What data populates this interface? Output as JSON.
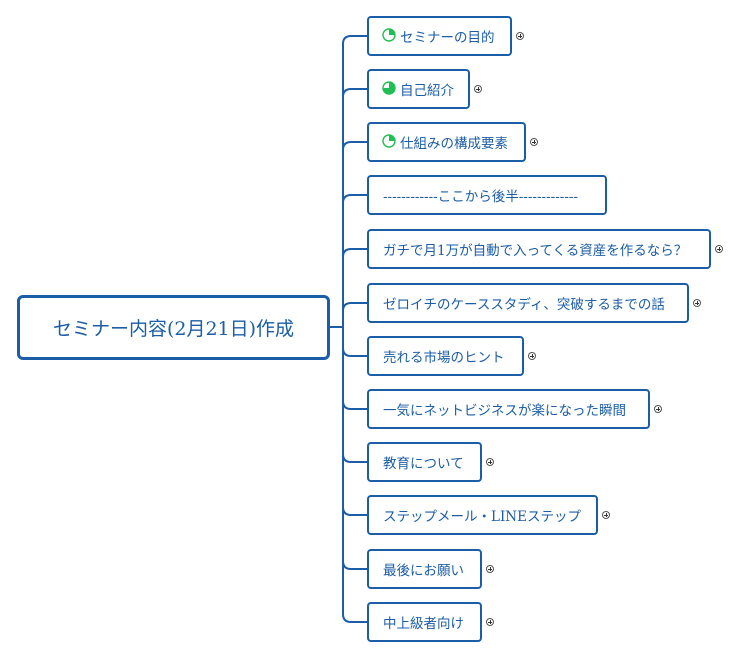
{
  "root": {
    "label": "セミナー内容(2月21日)作成"
  },
  "topics": [
    {
      "label": "セミナーの目的",
      "progress": 0.25,
      "collapsed": true
    },
    {
      "label": "自己紹介",
      "progress": 0.75,
      "collapsed": true
    },
    {
      "label": "仕組みの構成要素",
      "progress": 0.25,
      "collapsed": true
    },
    {
      "label": "------------ここから後半-------------",
      "collapsed": false
    },
    {
      "label": "ガチで月1万が自動で入ってくる資産を作るなら？",
      "collapsed": true
    },
    {
      "label": "ゼロイチのケーススタディ、突破するまでの話",
      "collapsed": true
    },
    {
      "label": "売れる市場のヒント",
      "collapsed": true
    },
    {
      "label": "一気にネットビジネスが楽になった瞬間",
      "collapsed": true
    },
    {
      "label": "教育について",
      "collapsed": true
    },
    {
      "label": "ステップメール・LINEステップ",
      "collapsed": true
    },
    {
      "label": "最後にお願い",
      "collapsed": true
    },
    {
      "label": "中上級者向け",
      "collapsed": true
    }
  ],
  "colors": {
    "line": "#1b5da6",
    "text": "#1b5da6",
    "progress": "#1fbf55"
  },
  "icons": {
    "progress": "progress-pie-icon",
    "expand": "expand-plus-icon"
  }
}
